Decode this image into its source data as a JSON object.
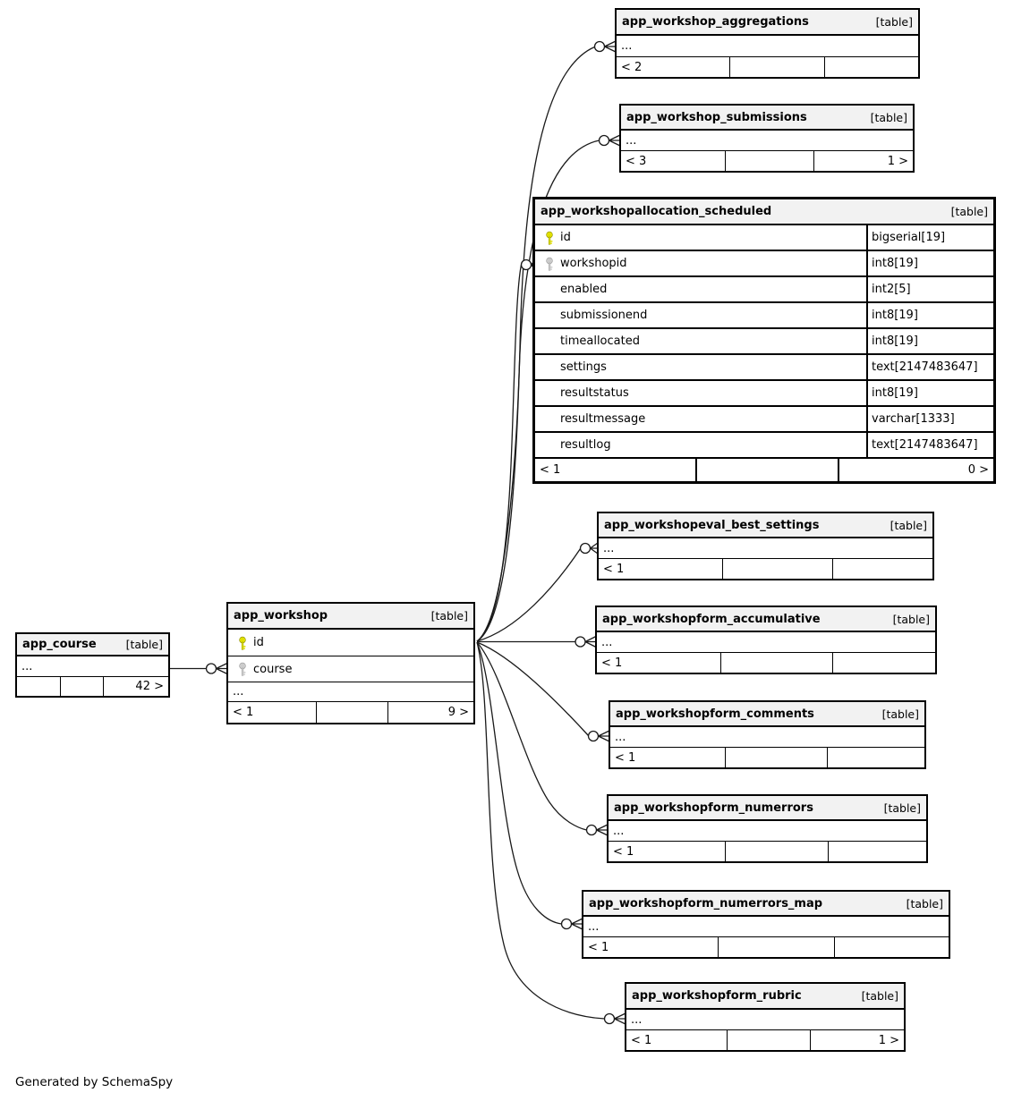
{
  "footer_note": "Generated by SchemaSpy",
  "icons": {
    "primary_key": "key-icon-yellow",
    "foreign_key": "key-icon-gray"
  },
  "colors": {
    "primary_key": "#e0e000",
    "foreign_key": "#cccccc",
    "header_bg": "#f2f2f2",
    "border": "#000000"
  },
  "tables": [
    {
      "name": "app_workshop_aggregations",
      "type_label": "[table]",
      "ellipsis": "...",
      "footer": [
        "< 2",
        "",
        ""
      ]
    },
    {
      "name": "app_workshop_submissions",
      "type_label": "[table]",
      "ellipsis": "...",
      "footer": [
        "< 3",
        "",
        "1 >"
      ]
    },
    {
      "name": "app_workshopallocation_scheduled",
      "type_label": "[table]",
      "columns": [
        {
          "key": "pk",
          "name": "id",
          "type": "bigserial[19]"
        },
        {
          "key": "fk",
          "name": "workshopid",
          "type": "int8[19]"
        },
        {
          "key": "",
          "name": "enabled",
          "type": "int2[5]"
        },
        {
          "key": "",
          "name": "submissionend",
          "type": "int8[19]"
        },
        {
          "key": "",
          "name": "timeallocated",
          "type": "int8[19]"
        },
        {
          "key": "",
          "name": "settings",
          "type": "text[2147483647]"
        },
        {
          "key": "",
          "name": "resultstatus",
          "type": "int8[19]"
        },
        {
          "key": "",
          "name": "resultmessage",
          "type": "varchar[1333]"
        },
        {
          "key": "",
          "name": "resultlog",
          "type": "text[2147483647]"
        }
      ],
      "footer": [
        "< 1",
        "",
        "0 >"
      ]
    },
    {
      "name": "app_workshopeval_best_settings",
      "type_label": "[table]",
      "ellipsis": "...",
      "footer": [
        "< 1",
        "",
        ""
      ]
    },
    {
      "name": "app_workshopform_accumulative",
      "type_label": "[table]",
      "ellipsis": "...",
      "footer": [
        "< 1",
        "",
        ""
      ]
    },
    {
      "name": "app_workshop",
      "type_label": "[table]",
      "ellipsis": "...",
      "columns": [
        {
          "key": "pk",
          "name": "id"
        },
        {
          "key": "fk",
          "name": "course"
        }
      ],
      "footer": [
        "< 1",
        "",
        "9 >"
      ]
    },
    {
      "name": "app_course",
      "type_label": "[table]",
      "ellipsis": "...",
      "footer": [
        "",
        "",
        "42 >"
      ]
    },
    {
      "name": "app_workshopform_comments",
      "type_label": "[table]",
      "ellipsis": "...",
      "footer": [
        "< 1",
        "",
        ""
      ]
    },
    {
      "name": "app_workshopform_numerrors",
      "type_label": "[table]",
      "ellipsis": "...",
      "footer": [
        "< 1",
        "",
        ""
      ]
    },
    {
      "name": "app_workshopform_numerrors_map",
      "type_label": "[table]",
      "ellipsis": "...",
      "footer": [
        "< 1",
        "",
        ""
      ]
    },
    {
      "name": "app_workshopform_rubric",
      "type_label": "[table]",
      "ellipsis": "...",
      "footer": [
        "< 1",
        "",
        "1 >"
      ]
    }
  ]
}
